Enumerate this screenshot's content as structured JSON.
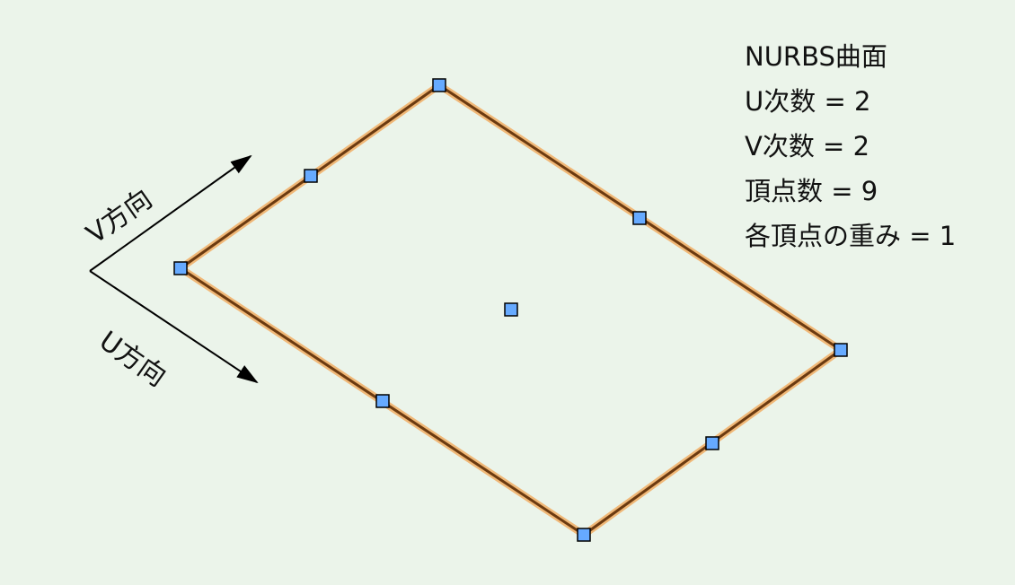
{
  "info": {
    "title": "NURBS曲面",
    "u_degree": "U次数 = 2",
    "v_degree": "V次数 = 2",
    "vertex_count": "頂点数 = 9",
    "weight": "各頂点の重み = 1"
  },
  "axes": {
    "v_label": "V方向",
    "u_label": "U方向"
  },
  "colors": {
    "background": "#ebf4ea",
    "edge": "#6b3a10",
    "edge_glow": "#f0b878",
    "control_point": "#66aaff"
  }
}
